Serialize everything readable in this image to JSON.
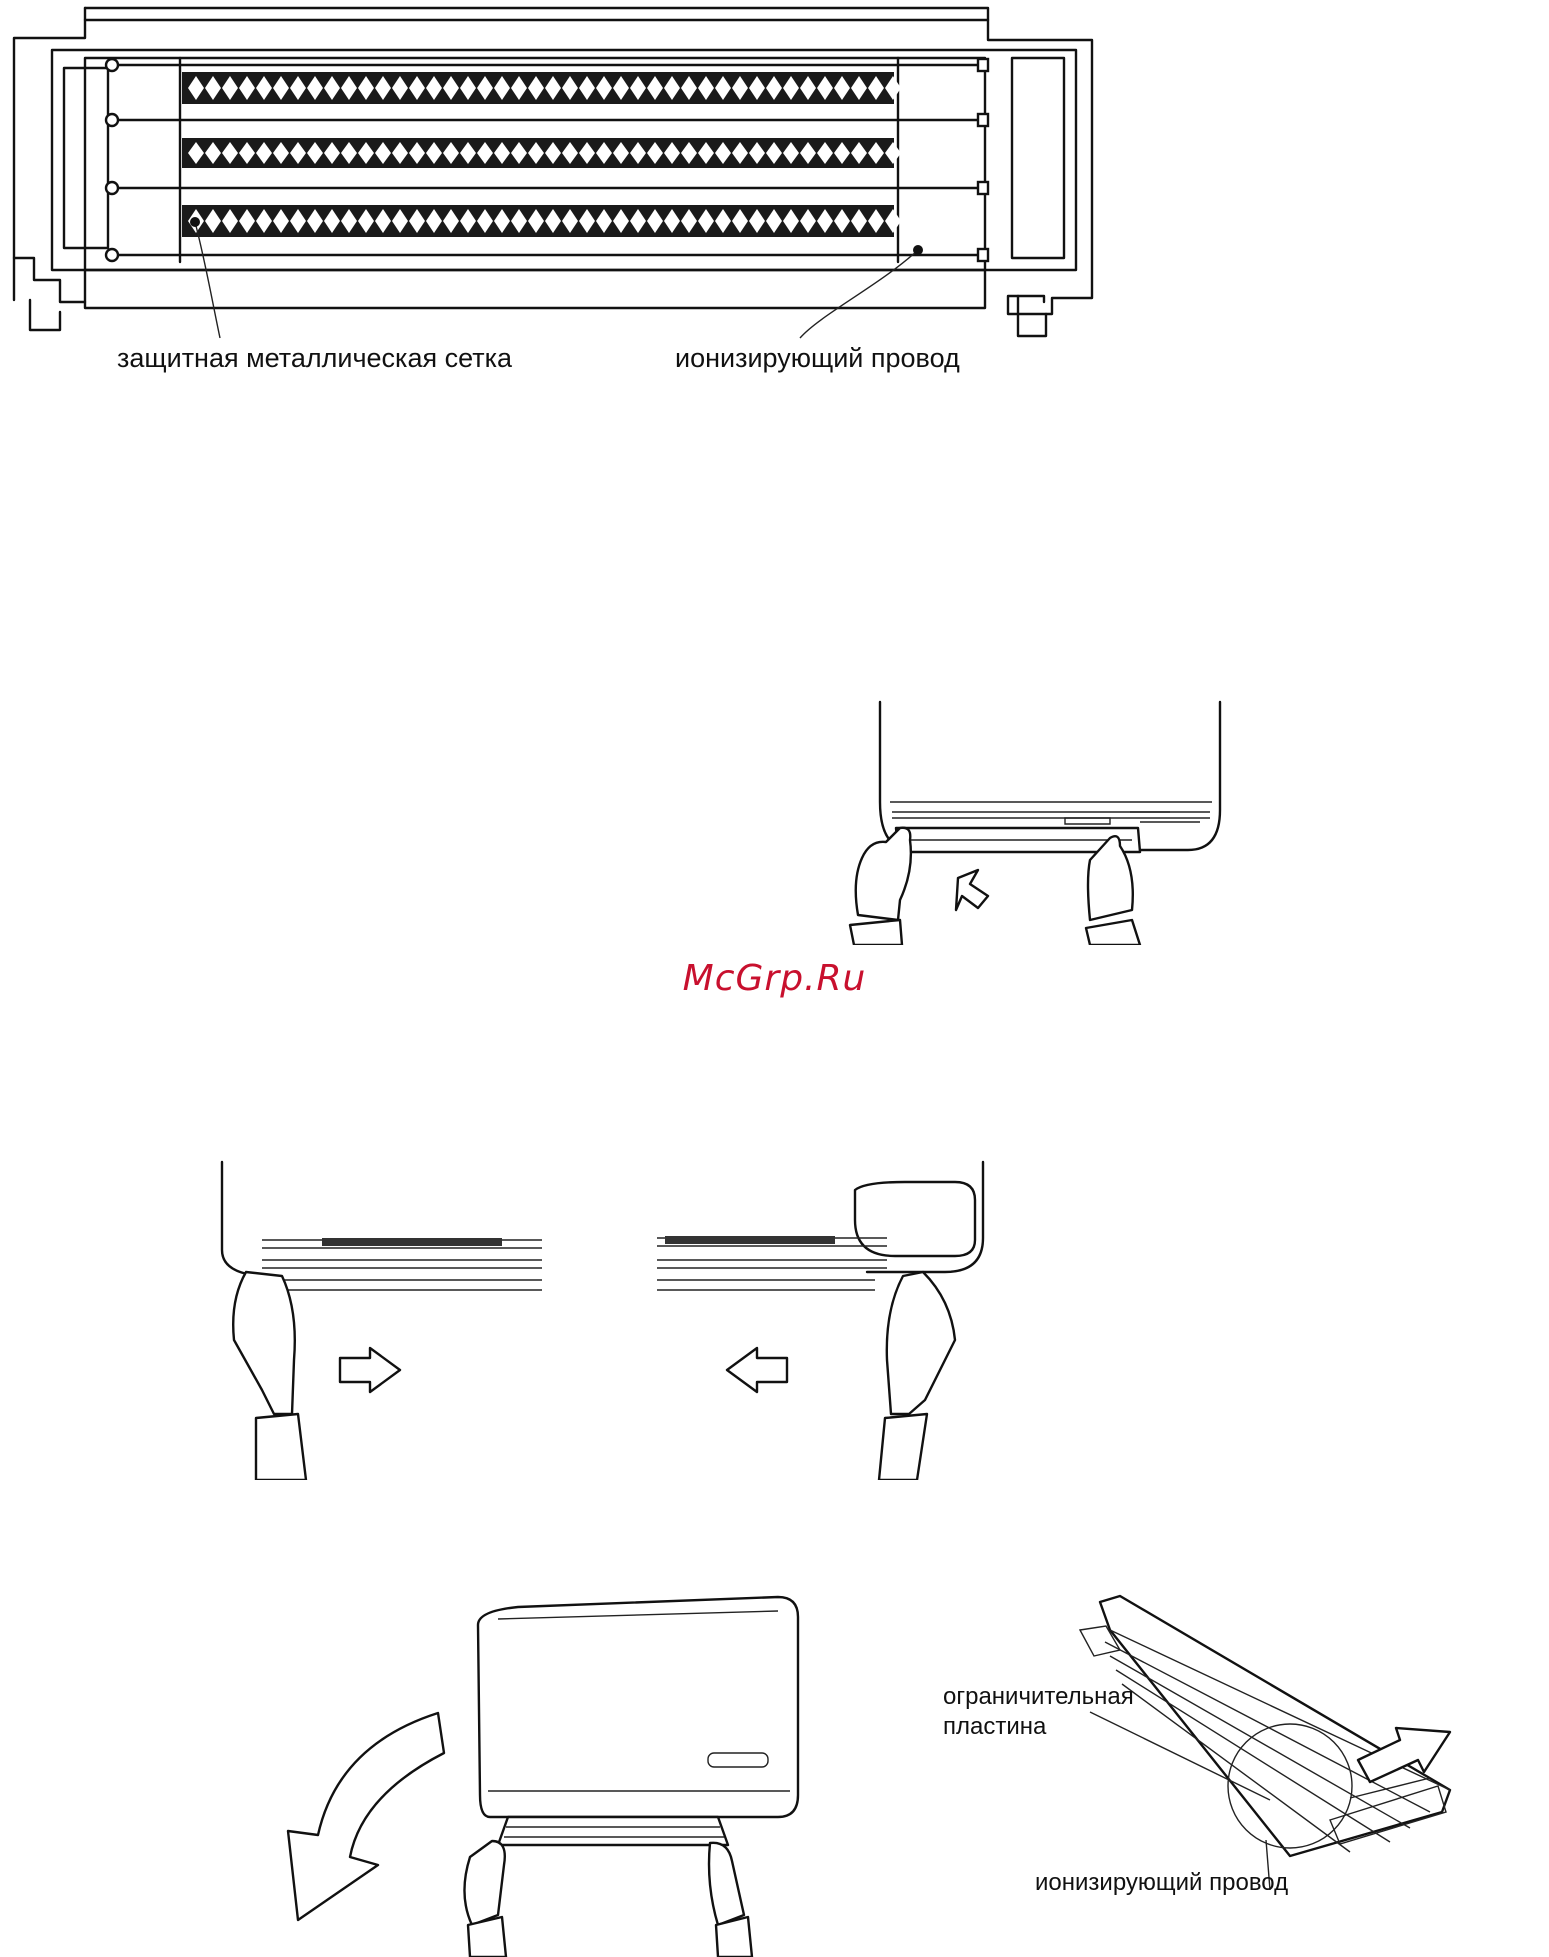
{
  "figure1": {
    "label_mesh": "защитная металлическая сетка",
    "label_wire": "ионизирующий провод"
  },
  "watermark": {
    "text": "McGrp.Ru",
    "color": "#c8102e"
  },
  "figure5": {
    "label_plate_line1": "ограничительная",
    "label_plate_line2": "пластина",
    "label_wire": "ионизирующий провод"
  }
}
